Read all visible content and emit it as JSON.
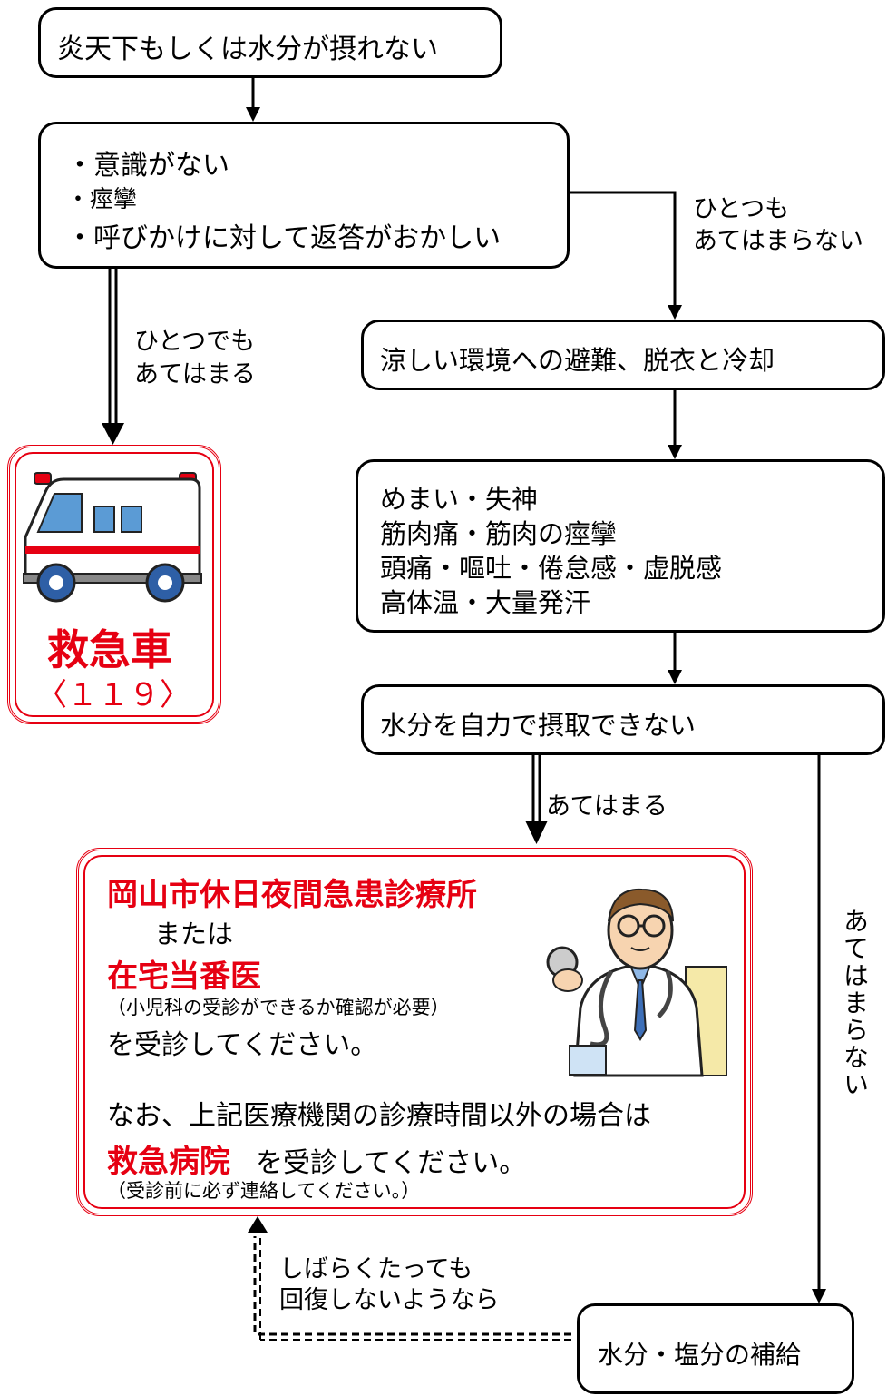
{
  "start": {
    "label": "炎天下もしくは水分が摂れない"
  },
  "symptoms_severe": {
    "items": [
      "・意識がない",
      "・痙攣",
      "・呼びかけに対して返答がおかしい"
    ]
  },
  "edge_none_apply_1": {
    "line1": "ひとつも",
    "line2": "あてはまらない"
  },
  "edge_any_apply": {
    "line1": "ひとつでも",
    "line2": "あてはまる"
  },
  "ambulance": {
    "title": "救急車",
    "number": "〈１１９〉"
  },
  "cooling": {
    "label": "涼しい環境への避難、脱衣と冷却"
  },
  "symptoms_mild": {
    "items": [
      "めまい・失神",
      "筋肉痛・筋肉の痙攣",
      "頭痛・嘔吐・倦怠感・虚脱感",
      "高体温・大量発汗"
    ]
  },
  "cannot_drink": {
    "label": "水分を自力で摂取できない"
  },
  "edge_apply": {
    "label": "あてはまる"
  },
  "edge_not_apply_vertical": {
    "label": "あてはまらない"
  },
  "clinic": {
    "name": "岡山市休日夜間急患診療所",
    "or": "または",
    "alt": "在宅当番医",
    "note": "（小児科の受診ができるか確認が必要）",
    "visit": "を受診してください。",
    "after_hours": "なお、上記医療機関の診療時間以外の場合は",
    "er": "救急病院",
    "er_visit": "を受診してください。",
    "er_note": "（受診前に必ず連絡してください。）"
  },
  "edge_not_recover": {
    "line1": "しばらくたっても",
    "line2": "回復しないようなら"
  },
  "hydrate": {
    "label": "水分・塩分の補給"
  },
  "colors": {
    "accent_red": "#e60012",
    "ambulance_blue": "#5b9bd5"
  }
}
